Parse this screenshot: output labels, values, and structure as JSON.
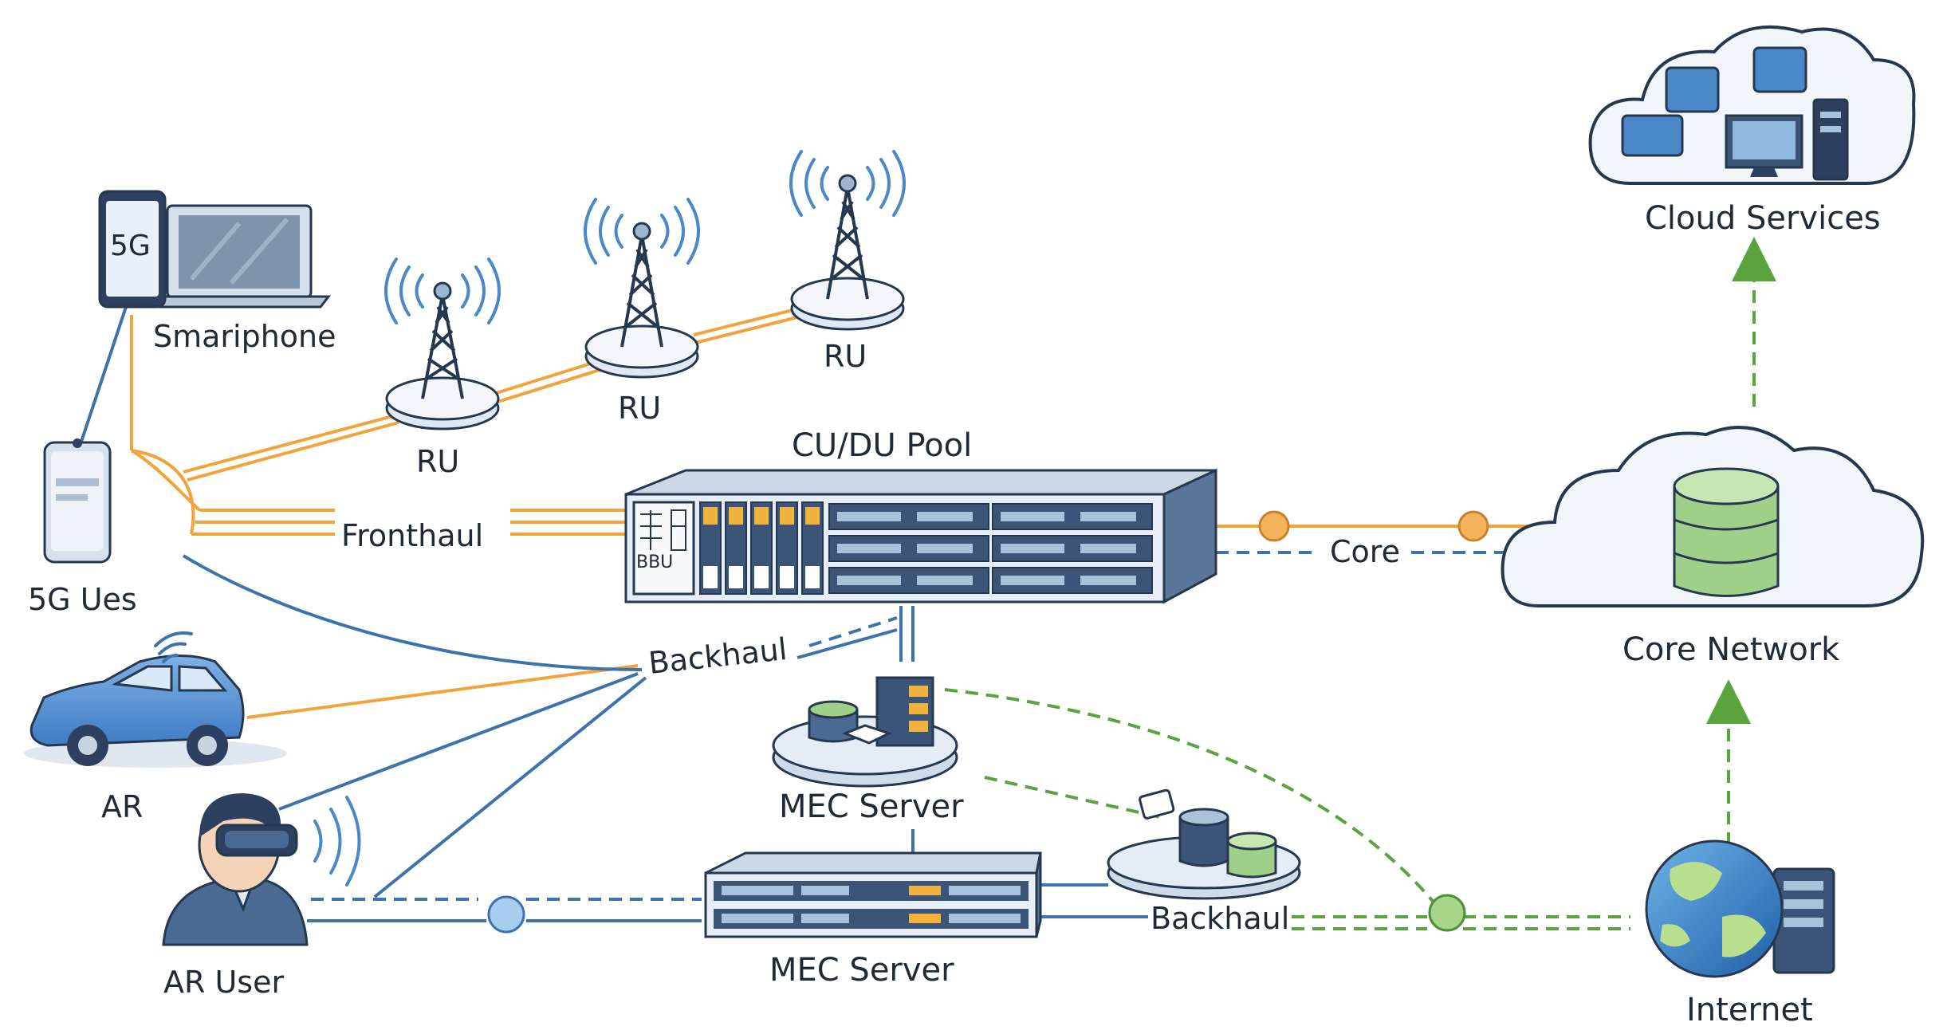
{
  "labels": {
    "smartphone": "Smariphone",
    "five_g": "5G",
    "ues": "5G Ues",
    "ru1": "RU",
    "ru2": "RU",
    "ru3": "RU",
    "cudu_pool": "CU/DU Pool",
    "bbu": "BBU",
    "fronthaul": "Fronthaul",
    "core": "Core",
    "backhaul_top": "Backhaul",
    "backhaul_bottom": "Backhaul",
    "core_network": "Core Network",
    "cloud_services": "Cloud Services",
    "ar": "AR",
    "ar_user": "AR User",
    "mec_server_top": "MEC Server",
    "mec_server_bottom": "MEC Server",
    "internet": "Internet"
  },
  "colors": {
    "fronthaul": "#f2a33a",
    "backhaul": "#3d73ad",
    "internet_link": "#5aa33e",
    "device_body": "#4a6a93",
    "device_dark": "#2d4060",
    "server_face": "#e7eef7",
    "cloud_fill": "#f1f6fb",
    "db_green": "#9fd08a"
  }
}
